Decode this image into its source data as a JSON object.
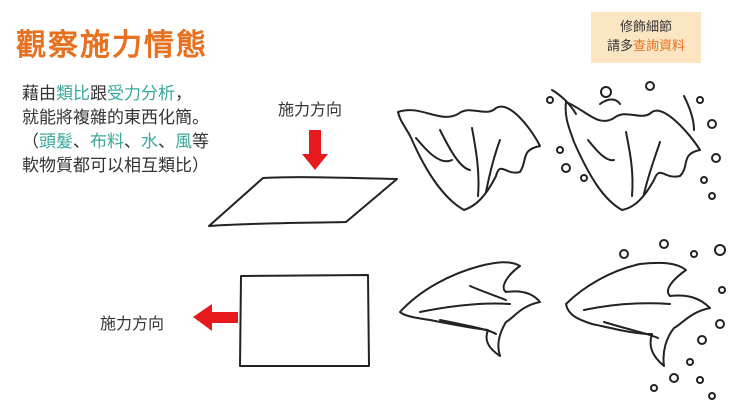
{
  "title": "觀察施力情態",
  "note": {
    "line1": "修飾細節",
    "line2_prefix": "請多",
    "line2_highlight": "查詢資料"
  },
  "description": {
    "line1_a": "藉由",
    "line1_b": "類比",
    "line1_c": "跟",
    "line1_d": "受力分析",
    "line1_e": "，",
    "line2": "就能將複雜的東西化簡。",
    "line3_a": "（",
    "line3_b": "頭髮",
    "line3_c": "、",
    "line3_d": "布料",
    "line3_e": "、",
    "line3_f": "水",
    "line3_g": "、",
    "line3_h": "風",
    "line3_i": "等",
    "line4": "軟物質都可以相互類比）"
  },
  "labels": {
    "force_direction_top": "施力方向",
    "force_direction_left": "施力方向"
  },
  "colors": {
    "title": "#e8711f",
    "teal": "#3aa89b",
    "arrow": "#e8191c",
    "note_bg": "#fbe5c3"
  },
  "icons": [
    "down-arrow-icon",
    "left-arrow-icon"
  ]
}
